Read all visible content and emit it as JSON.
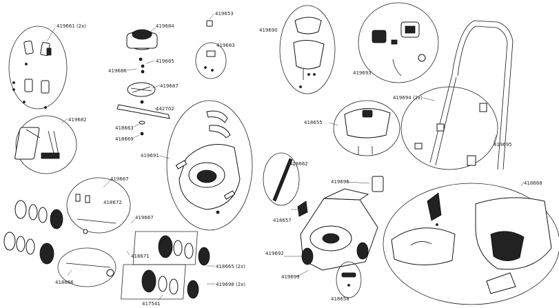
{
  "callouts": {
    "c419661": "419661 (2x)",
    "c419653": "419653",
    "c419684": "419684",
    "c419683": "419683",
    "c419685": "419685",
    "c419686": "419686",
    "c419687": "419687",
    "c442702": "442702",
    "c418663": "418663",
    "c418669": "418669",
    "c419682": "419682",
    "c419691": "419691",
    "c419690": "419690",
    "c419693": "419693",
    "c419694": "419694 (2x)",
    "c419695": "419695",
    "c418655": "418655",
    "c418662": "418662",
    "c419696": "419696",
    "c418668": "418668",
    "c419667": "419667",
    "c418672": "418672",
    "c418665": "418665 (2x)",
    "c418671": "418671",
    "c419698": "419698 (2x)",
    "c418666": "418666",
    "c417541": "417541",
    "c418657": "418657",
    "c419692": "419692",
    "c419699": "419699",
    "c418658": "418658"
  }
}
